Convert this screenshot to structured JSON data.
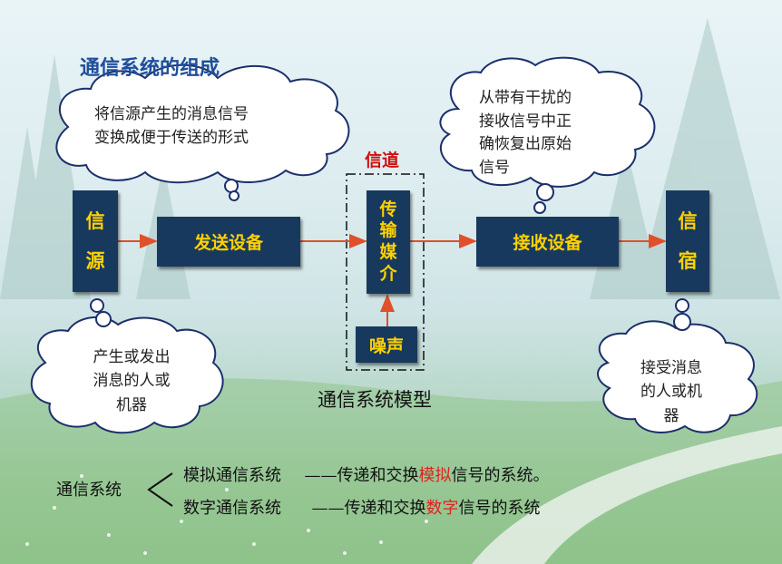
{
  "title": "通信系统的组成",
  "channel_label": "信道",
  "model_label": "通信系统模型",
  "boxes": {
    "source": [
      "信",
      "源"
    ],
    "transmitter": "发送设备",
    "medium": [
      "传",
      "输",
      "媒",
      "介"
    ],
    "noise": "噪声",
    "receiver": "接收设备",
    "sink": [
      "信",
      "宿"
    ]
  },
  "clouds": {
    "transmitter_note": [
      "将信源产生的消息信号",
      "变换成便于传送的形式"
    ],
    "receiver_note": [
      "从带有干扰的",
      "接收信号中正",
      "确恢复出原始",
      "信号"
    ],
    "source_note": [
      "产生或发出",
      "消息的人或",
      "机器"
    ],
    "sink_note": [
      "接受消息",
      "的人或机",
      "器"
    ]
  },
  "classification": {
    "root": "通信系统",
    "analog": {
      "name": "模拟通信系统",
      "dash": "——",
      "desc_prefix": "传递和交换",
      "desc_highlight": "模拟",
      "desc_suffix": "信号的系统。"
    },
    "digital": {
      "name": "数字通信系统",
      "dash": "——",
      "desc_prefix": "传递和交换",
      "desc_highlight": "数字",
      "desc_suffix": "信号的系统"
    }
  },
  "colors": {
    "box_fill": "#18395e",
    "box_text": "#ffd200",
    "arrow": "#e0502a",
    "title": "#1f4e9a",
    "highlight": "#e02020"
  }
}
